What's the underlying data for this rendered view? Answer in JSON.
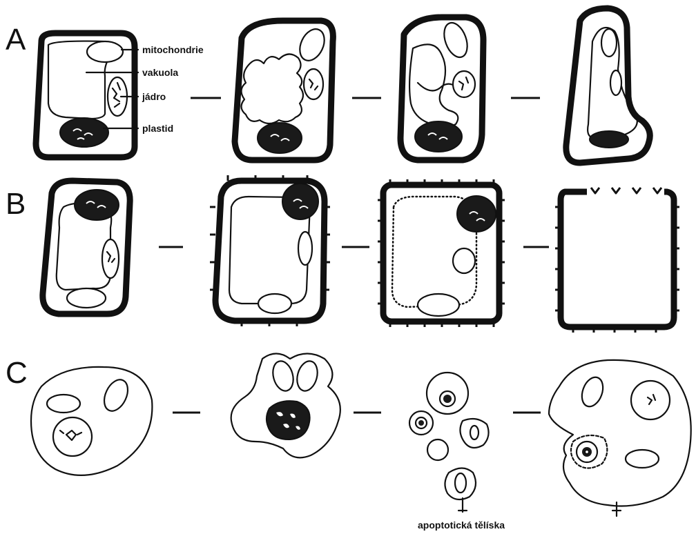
{
  "rows": [
    {
      "id": "A",
      "label": "A"
    },
    {
      "id": "B",
      "label": "B"
    },
    {
      "id": "C",
      "label": "C"
    }
  ],
  "labels": {
    "mitochondrie": "mitochondrie",
    "vakuola": "vakuola",
    "jadro": "jádro",
    "plastid": "plastid",
    "apoptoticka_teliska": "apoptotická tělíska"
  }
}
